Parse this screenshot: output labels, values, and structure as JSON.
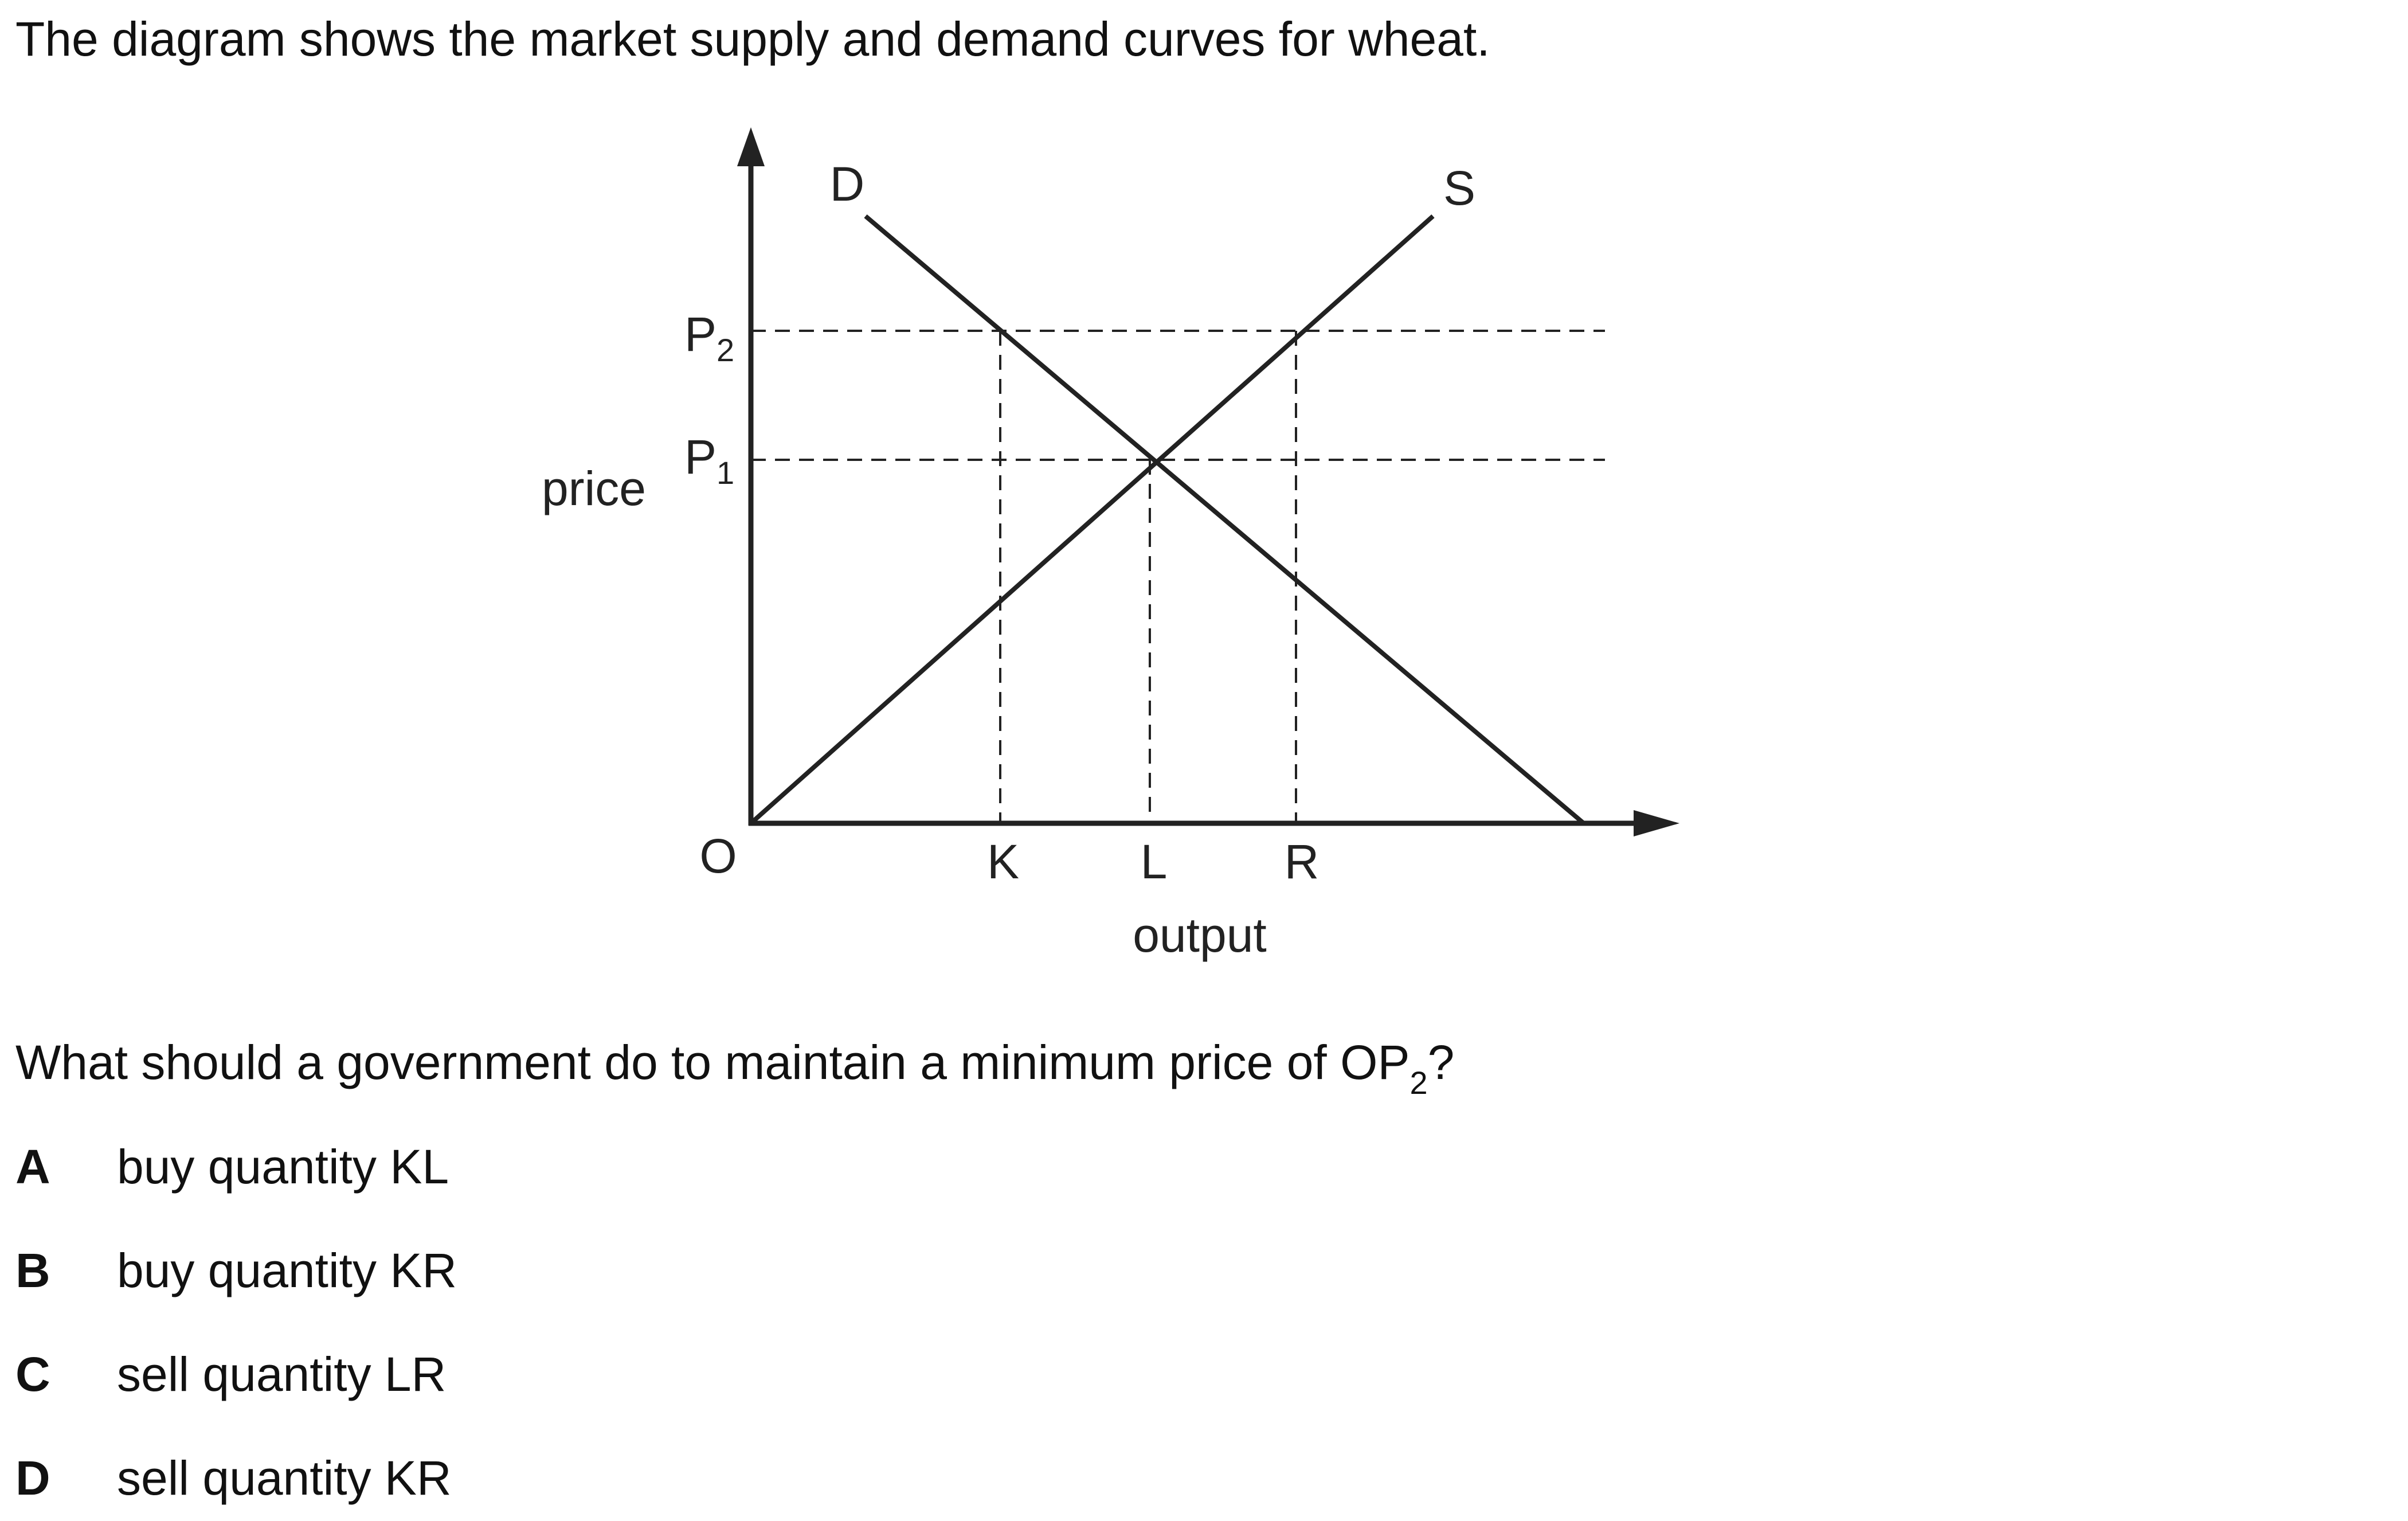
{
  "intro_text": "The diagram shows the market supply and demand curves for wheat.",
  "diagram": {
    "y_axis_label": "price",
    "x_axis_label": "output",
    "origin_label": "O",
    "demand_label": "D",
    "supply_label": "S",
    "price_labels": [
      {
        "main": "P",
        "sub": "2"
      },
      {
        "main": "P",
        "sub": "1"
      }
    ],
    "quantity_labels": [
      "K",
      "L",
      "R"
    ]
  },
  "question": {
    "text_before": "What should a government do to maintain a minimum price of OP",
    "subscript": "2",
    "text_after": "?"
  },
  "options": [
    {
      "letter": "A",
      "text": "buy quantity KL"
    },
    {
      "letter": "B",
      "text": "buy quantity KR"
    },
    {
      "letter": "C",
      "text": "sell quantity LR"
    },
    {
      "letter": "D",
      "text": "sell quantity KR"
    }
  ]
}
